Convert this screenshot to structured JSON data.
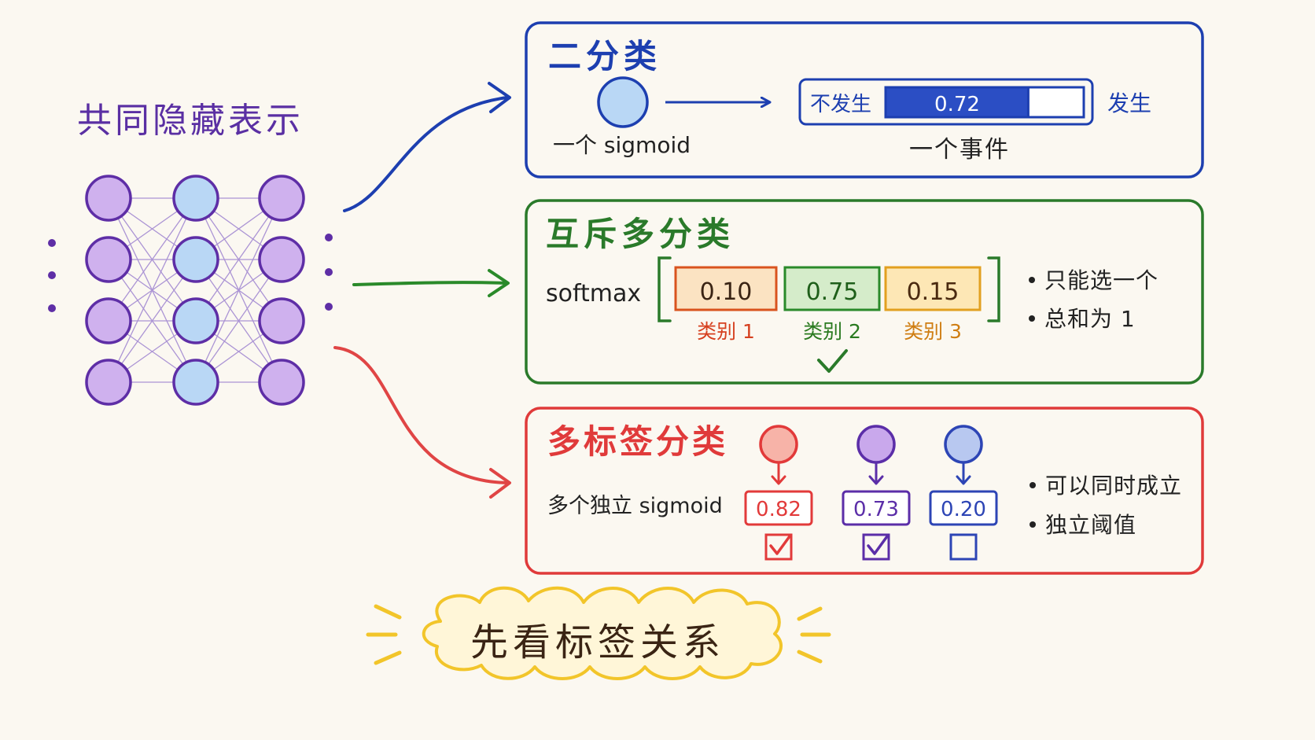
{
  "network": {
    "title": "共同隐藏表示"
  },
  "binary": {
    "title": "二分类",
    "sigmoid_label": "一个 sigmoid",
    "bar_left_label": "不发生",
    "bar_value": "0.72",
    "bar_fill": 0.72,
    "bar_right_label": "发生",
    "bar_caption": "一个事件",
    "color": "#1d3fb0"
  },
  "multiclass": {
    "title": "互斥多分类",
    "softmax_label": "softmax",
    "classes": [
      {
        "value": "0.10",
        "label": "类别 1",
        "fill": "#fbe3c2",
        "stroke": "#d9531e",
        "text_color": "#d6401f",
        "selected": false
      },
      {
        "value": "0.75",
        "label": "类别 2",
        "fill": "#d5ecca",
        "stroke": "#2a8a2a",
        "text_color": "#2a7a1f",
        "selected": true
      },
      {
        "value": "0.15",
        "label": "类别 3",
        "fill": "#fde7b5",
        "stroke": "#e2a020",
        "text_color": "#cf7d12",
        "selected": false
      }
    ],
    "notes": [
      "只能选一个",
      "总和为 1"
    ],
    "color": "#2a7a2a"
  },
  "multilabel": {
    "title": "多标签分类",
    "sigmoid_label": "多个独立 sigmoid",
    "labels": [
      {
        "value": "0.82",
        "checked": true,
        "color": "#e23a3a",
        "node_fill": "#f7b3a8"
      },
      {
        "value": "0.73",
        "checked": true,
        "color": "#5b2ea8",
        "node_fill": "#c9a8ec"
      },
      {
        "value": "0.20",
        "checked": false,
        "color": "#2d45b5",
        "node_fill": "#b8c8f0"
      }
    ],
    "notes": [
      "可以同时成立",
      "独立阈值"
    ],
    "color": "#e03a3a"
  },
  "footer": {
    "label": "先看标签关系"
  }
}
